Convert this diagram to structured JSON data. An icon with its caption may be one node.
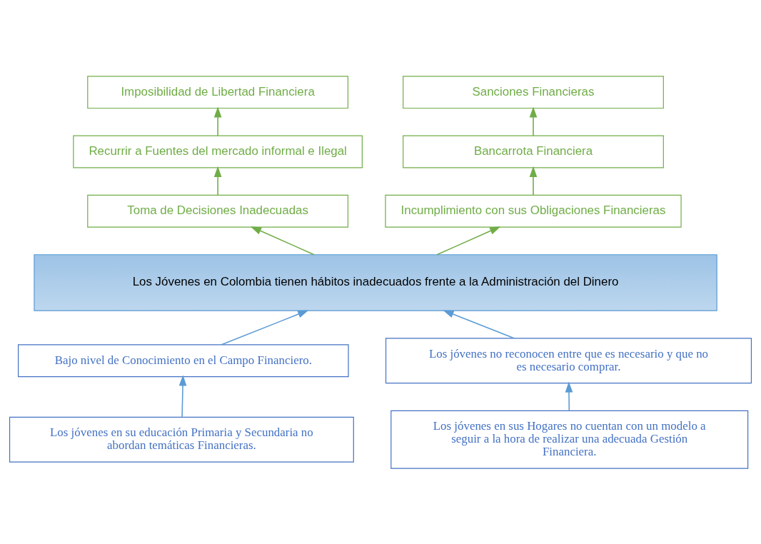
{
  "diagram": {
    "nodes": [
      {
        "text": [
          "Imposibilidad de Libertad Financiera"
        ]
      },
      {
        "text": [
          "Sanciones Financieras"
        ]
      },
      {
        "text": [
          "Recurrir a Fuentes del mercado informal e Ilegal"
        ]
      },
      {
        "text": [
          "Bancarrota Financiera"
        ]
      },
      {
        "text": [
          "Toma de Decisiones Inadecuadas"
        ]
      },
      {
        "text": [
          "Incumplimiento con sus Obligaciones Financieras"
        ]
      },
      {
        "text": [
          "Los Jóvenes en Colombia tienen hábitos inadecuados frente a la Administración del Dinero"
        ]
      },
      {
        "text": [
          "Bajo nivel de Conocimiento en el Campo Financiero."
        ]
      },
      {
        "text": [
          "Los jóvenes no reconocen entre que es necesario y que no es necesario comprar."
        ]
      },
      {
        "text": [
          "Los jóvenes en su educación Primaria y Secundaria no abordan temáticas Financieras."
        ]
      },
      {
        "text": [
          "Los jóvenes en sus Hogares no cuentan con un modelo a seguir a la hora de realizar una adecuada Gestión Financiera."
        ]
      }
    ],
    "edges": [
      {
        "from": 2,
        "to": 0,
        "arrow": "to"
      },
      {
        "from": 3,
        "to": 1,
        "arrow": "to"
      },
      {
        "from": 4,
        "to": 2,
        "arrow": "to"
      },
      {
        "from": 5,
        "to": 3,
        "arrow": "to"
      },
      {
        "from": 6,
        "to": 4,
        "arrow": "to"
      },
      {
        "from": 6,
        "to": 5,
        "arrow": "to"
      },
      {
        "from": 7,
        "to": 6,
        "arrow": "to",
        "color": "#5b9bd5"
      },
      {
        "from": 8,
        "to": 6,
        "arrow": "to",
        "color": "#5b9bd5"
      },
      {
        "from": 9,
        "to": 7,
        "arrow": "to",
        "color": "#5b9bd5"
      },
      {
        "from": 10,
        "to": 8,
        "arrow": "to",
        "color": "#5b9bd5"
      }
    ]
  }
}
